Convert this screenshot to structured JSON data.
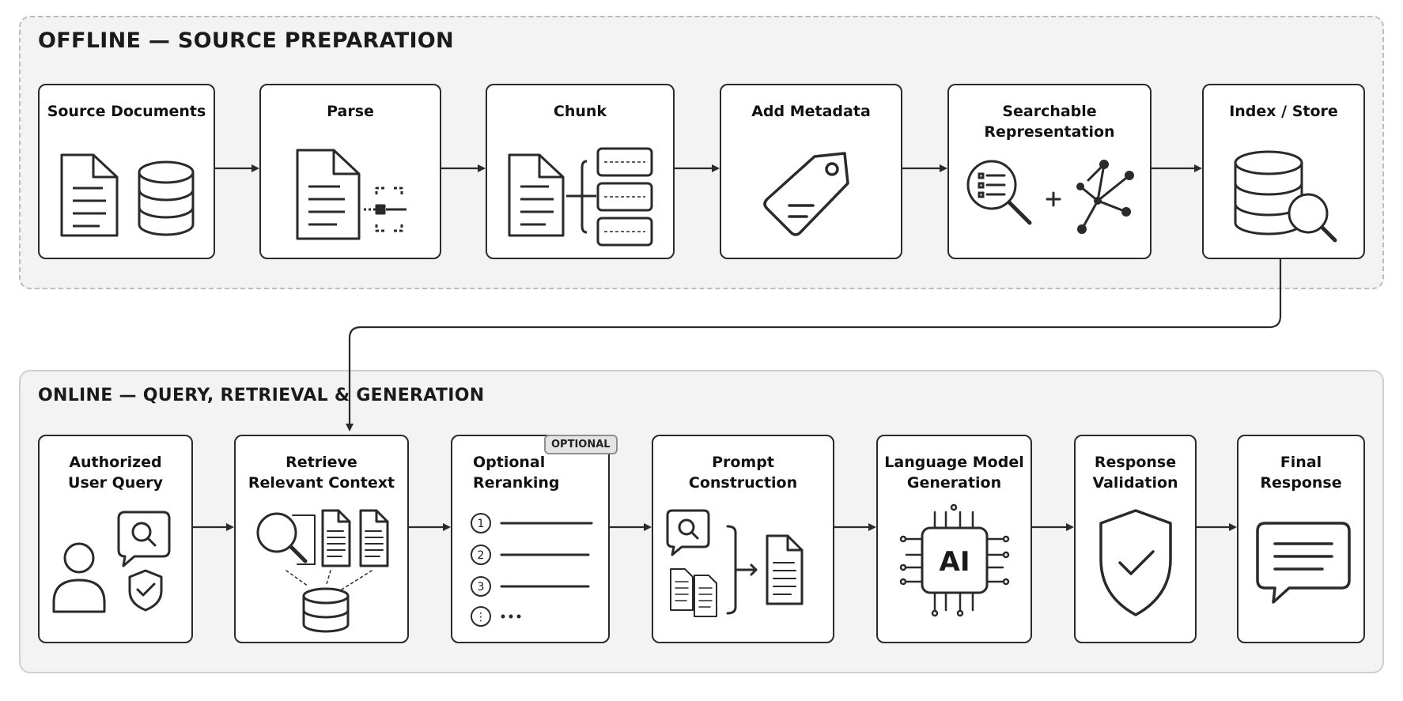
{
  "offline": {
    "title": "OFFLINE — SOURCE PREPARATION",
    "steps": [
      {
        "label": "Source Documents"
      },
      {
        "label": "Parse"
      },
      {
        "label": "Chunk"
      },
      {
        "label": "Add Metadata"
      },
      {
        "label": "Searchable\nRepresentation"
      },
      {
        "label": "Index / Store"
      }
    ]
  },
  "online": {
    "title": "ONLINE — QUERY, RETRIEVAL & GENERATION",
    "steps": [
      {
        "label": "Authorized\nUser Query"
      },
      {
        "label": "Retrieve\nRelevant Context"
      },
      {
        "label": "Optional\nReranking",
        "badge": "OPTIONAL"
      },
      {
        "label": "Prompt\nConstruction"
      },
      {
        "label": "Language Model\nGeneration"
      },
      {
        "label": "Response\nValidation"
      },
      {
        "label": "Final\nResponse"
      }
    ]
  },
  "icons": {
    "ai_chip_text": "AI",
    "rank_numbers": [
      "1",
      "2",
      "3"
    ],
    "rank_more": "⋮"
  }
}
